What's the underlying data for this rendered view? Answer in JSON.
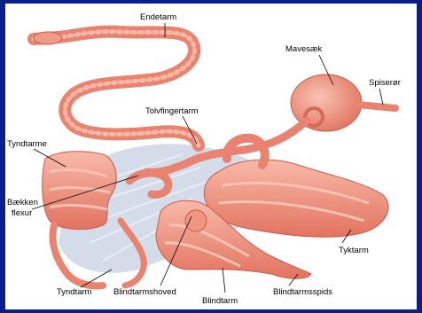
{
  "labels": {
    "endetarm": "Endetarm",
    "mavesaek": "Mavesæk",
    "spiseroer": "Spiserør",
    "tolvfingertarm": "Tolvfingertarm",
    "tyndtarme": "Tyndtarme",
    "baekken": "Bækken",
    "flexur": "flexur",
    "tyktarm": "Tyktarm",
    "tyndtarm": "Tyndtarm",
    "blindtarmshoved": "Blindtarmshoved",
    "blindtarm": "Blindtarm",
    "blindtarmsspids": "Blindtarmsspids"
  },
  "colors": {
    "border": "#0b1f86",
    "tissue": "#f08a78",
    "tissue_light": "#f6b3a3",
    "tissue_dark": "#c85a4a",
    "mesentery": "#c9d4e6"
  }
}
